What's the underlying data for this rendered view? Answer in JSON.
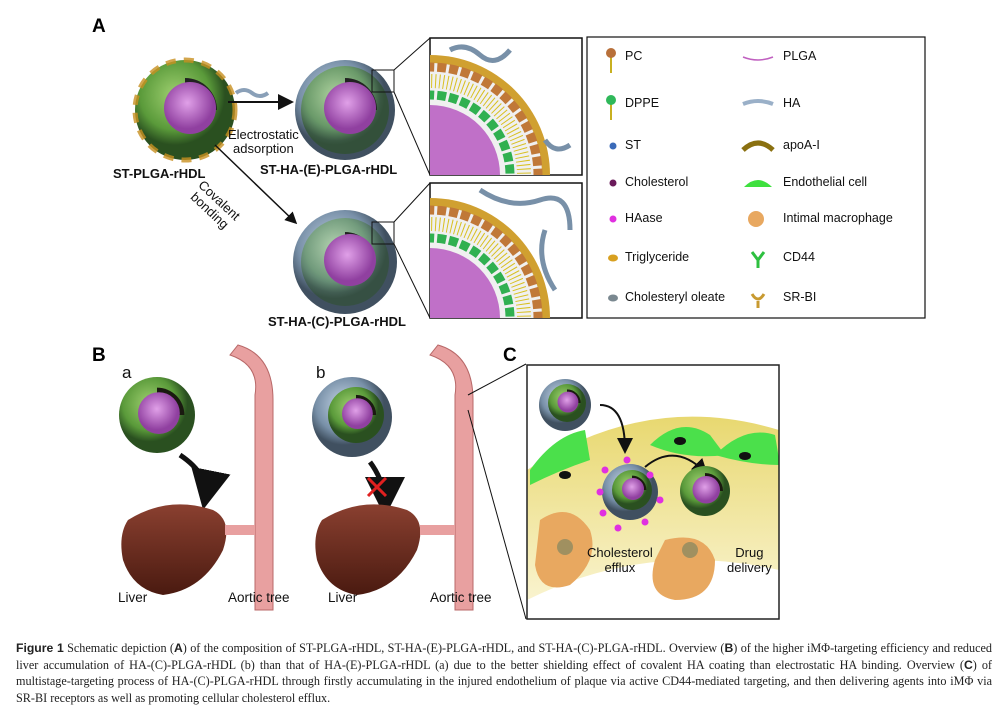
{
  "panels": {
    "a": "A",
    "b": "B",
    "c": "C",
    "b_sub_a": "a",
    "b_sub_b": "b"
  },
  "panel_a": {
    "particle1": "ST-PLGA-rHDL",
    "particle2": "ST-HA-(E)-PLGA-rHDL",
    "particle3": "ST-HA-(C)-PLGA-rHDL",
    "arrow1": "Electrostatic adsorption",
    "arrow1_l1": "Electrostatic",
    "arrow1_l2": "adsorption",
    "arrow2_l1": "Covalent",
    "arrow2_l2": "bonding"
  },
  "legend": [
    {
      "label": "PC",
      "color": "#b8703a"
    },
    {
      "label": "PLGA",
      "color": "#c060c0"
    },
    {
      "label": "DPPE",
      "color": "#2fb85a"
    },
    {
      "label": "HA",
      "color": "#9ab0c8"
    },
    {
      "label": "ST",
      "color": "#3a6ab8"
    },
    {
      "label": "apoA-I",
      "color": "#8a7010"
    },
    {
      "label": "Cholesterol",
      "color": "#6a1a5a"
    },
    {
      "label": "Endothelial cell",
      "color": "#3ee03e"
    },
    {
      "label": "HAase",
      "color": "#e030e0"
    },
    {
      "label": "Intimal macrophage",
      "color": "#e8a860"
    },
    {
      "label": "Triglyceride",
      "color": "#d8a020"
    },
    {
      "label": "CD44",
      "color": "#2ec040"
    },
    {
      "label": "Cholesteryl oleate",
      "color": "#7a8890"
    },
    {
      "label": "SR-BI",
      "color": "#c89a30"
    }
  ],
  "panel_b": {
    "liver_a": "Liver",
    "aorta_a": "Aortic tree",
    "liver_b": "Liver",
    "aorta_b": "Aortic tree"
  },
  "panel_c": {
    "efflux_l1": "Cholesterol",
    "efflux_l2": "efflux",
    "drug_l1": "Drug",
    "drug_l2": "delivery"
  },
  "caption": {
    "fig": "Figure 1",
    "t1": " Schematic depiction (",
    "A": "A",
    "t2": ") of the composition of ST-PLGA-rHDL, ST-HA-(E)-PLGA-rHDL, and ST-HA-(C)-PLGA-rHDL. Overview (",
    "B": "B",
    "t3": ") of the higher iMΦ-targeting efficiency and reduced liver accumulation of HA-(C)-PLGA-rHDL (b) than that of HA-(E)-PLGA-rHDL (a) due to the better shielding effect of covalent HA coating than electrostatic HA binding. Overview (",
    "C": "C",
    "t4": ") of multistage-targeting process of HA-(C)-PLGA-rHDL through firstly accumulating in the injured endothelium of plaque via active CD44-mediated targeting, and then delivering agents into iMΦ via SR-BI receptors as well as promoting cellular cholesterol efflux."
  }
}
